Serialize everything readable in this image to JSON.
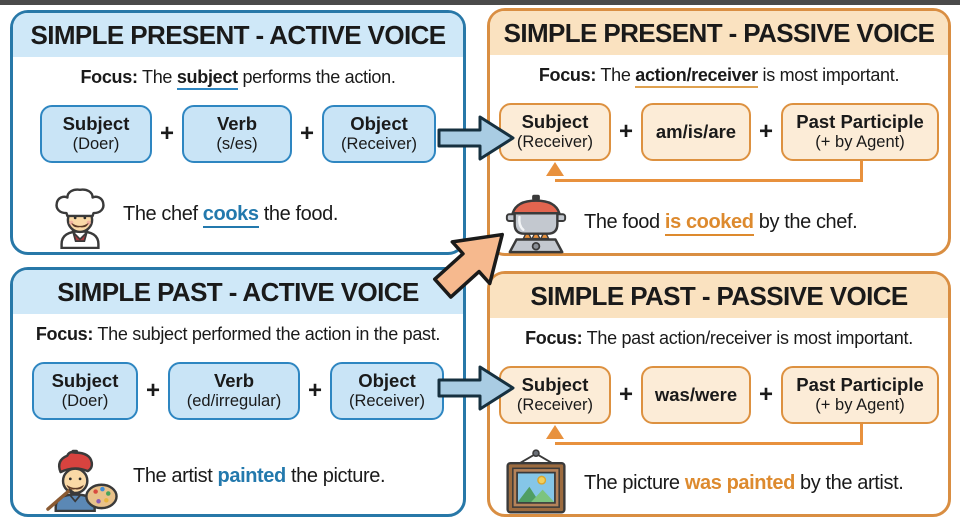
{
  "symbols": {
    "plus": "+"
  },
  "panels": [
    {
      "title": "SIMPLE PRESENT - ACTIVE VOICE",
      "focus": {
        "label": "Focus:",
        "pre": " The ",
        "em": "subject",
        "post": " performs the action."
      },
      "boxes": [
        {
          "line1": "Subject",
          "line2": "(Doer)"
        },
        {
          "line1": "Verb",
          "line2": "(s/es)"
        },
        {
          "line1": "Object",
          "line2": "(Receiver)"
        }
      ],
      "example": {
        "pre": "The chef ",
        "verb": "cooks",
        "post": " the food."
      },
      "icon": "chef-icon"
    },
    {
      "title": "SIMPLE PRESENT - PASSIVE VOICE",
      "focus": {
        "label": "Focus:",
        "pre": " The ",
        "em": "action/receiver",
        "post": " is most important."
      },
      "boxes": [
        {
          "line1": "Subject",
          "line2": "(Receiver)"
        },
        {
          "line1": "am/is/are",
          "line2": ""
        },
        {
          "line1": "Past Participle",
          "line2": "(+ by Agent)"
        }
      ],
      "example": {
        "pre": "The food ",
        "verb": "is cooked",
        "post": " by the chef."
      },
      "icon": "cooking-pot-icon"
    },
    {
      "title": "SIMPLE PAST - ACTIVE VOICE",
      "focus": {
        "label": "Focus:",
        "pre": " The subject performed the action in the past.",
        "em": "",
        "post": ""
      },
      "boxes": [
        {
          "line1": "Subject",
          "line2": "(Doer)"
        },
        {
          "line1": "Verb",
          "line2": "(ed/irregular)"
        },
        {
          "line1": "Object",
          "line2": "(Receiver)"
        }
      ],
      "example": {
        "pre": "The artist ",
        "verb": "painted",
        "post": " the picture."
      },
      "icon": "artist-icon"
    },
    {
      "title": "SIMPLE PAST - PASSIVE VOICE",
      "focus": {
        "label": "Focus:",
        "pre": " The past action/receiver is most important.",
        "em": "",
        "post": ""
      },
      "boxes": [
        {
          "line1": "Subject",
          "line2": "(Receiver)"
        },
        {
          "line1": "was/were",
          "line2": ""
        },
        {
          "line1": "Past Participle",
          "line2": "(+ by Agent)"
        }
      ],
      "example": {
        "pre": "The picture ",
        "verb": "was painted",
        "post": " by the artist."
      },
      "icon": "framed-picture-icon"
    }
  ],
  "icons": [
    "chef-icon",
    "cooking-pot-icon",
    "artist-icon",
    "framed-picture-icon",
    "active-to-passive-arrow",
    "transform-arrow",
    "passive-reorder-arrow"
  ],
  "colors": {
    "active_accent": "#2e86c1",
    "active_box_fill": "#c9e4f6",
    "active_header": "#cfe8f8",
    "active_panel_border": "#2878a8",
    "active_verb_text": "#2379ad",
    "passive_accent": "#dd9140",
    "passive_box_fill": "#fcecd7",
    "passive_header": "#fae2c0",
    "passive_panel_border": "#d98e42",
    "passive_verb_text": "#dd8a2e",
    "loop_arrow": "#e8913d",
    "flow_arrow_fill": "#a9cce3",
    "transform_arrow_fill": "#f6b98e",
    "text": "#1a1a1a"
  }
}
